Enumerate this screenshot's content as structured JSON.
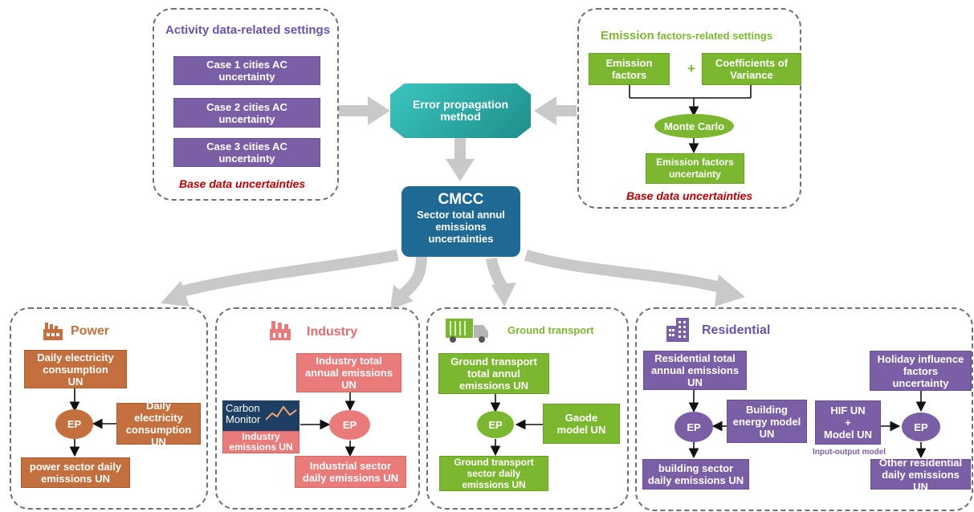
{
  "activity": {
    "title": "Activity data-related settings",
    "case1": "Case 1 cities AC\nuncertainty",
    "case2": "Case 2 cities AC\nuncertainty",
    "case3": "Case 3 cities AC\nuncertainty",
    "base": "Base data uncertainties"
  },
  "emission": {
    "title_bold": "Emission",
    "title_rest": " factors-related settings",
    "factors": "Emission\nfactors",
    "plus": "+",
    "cov": "Coefficients of\nVariance",
    "monte_carlo": "Monte Carlo",
    "ef_uncertainty": "Emission factors\nuncertainty",
    "base": "Base data uncertainties"
  },
  "error_propagation": "Error propagation\nmethod",
  "cmcc": {
    "title": "CMCC",
    "subtitle": "Sector total annul\nemissions\nuncertainties"
  },
  "power": {
    "title": "Power",
    "daily_consumption": "Daily electricity\nconsumption\nUN",
    "ep": "EP",
    "daily_consumption_right": "Daily electricity\nconsumption\nUN",
    "output": "power sector daily\nemissions UN"
  },
  "industry": {
    "title": "Industry",
    "total": "Industry total\nannual emissions\nUN",
    "carbon_monitor_logo": "Carbon\nMonitor",
    "industry_emissions": "Industry\nemissions UN",
    "ep": "EP",
    "output": "Industrial sector\ndaily emissions UN"
  },
  "transport": {
    "title": "Ground transport",
    "total": "Ground transport\ntotal annul\nemissions UN",
    "ep": "EP",
    "gaode": "Gaode\nmodel UN",
    "output": "Ground transport\nsector daily\nemissions UN"
  },
  "residential": {
    "title": "Residential",
    "total": "Residential total\nannual emissions\nUN",
    "ep1": "EP",
    "building_model": "Building\nenergy model\nUN",
    "building_output": "building sector\ndaily emissions UN",
    "holiday": "Holiday influence\nfactors uncertainty",
    "hif": "HIF UN\n+\nModel UN",
    "io_label": "Input-output model",
    "ep2": "EP",
    "other_output": "Other residential\ndaily emissions UN"
  },
  "colors": {
    "purple": "#7b5fa6",
    "green": "#7cb82f",
    "brown": "#c46f3e",
    "pink": "#ea7b7b",
    "teal": "#2fb3b0",
    "navy": "#1e6a94",
    "red": "#c00000"
  }
}
